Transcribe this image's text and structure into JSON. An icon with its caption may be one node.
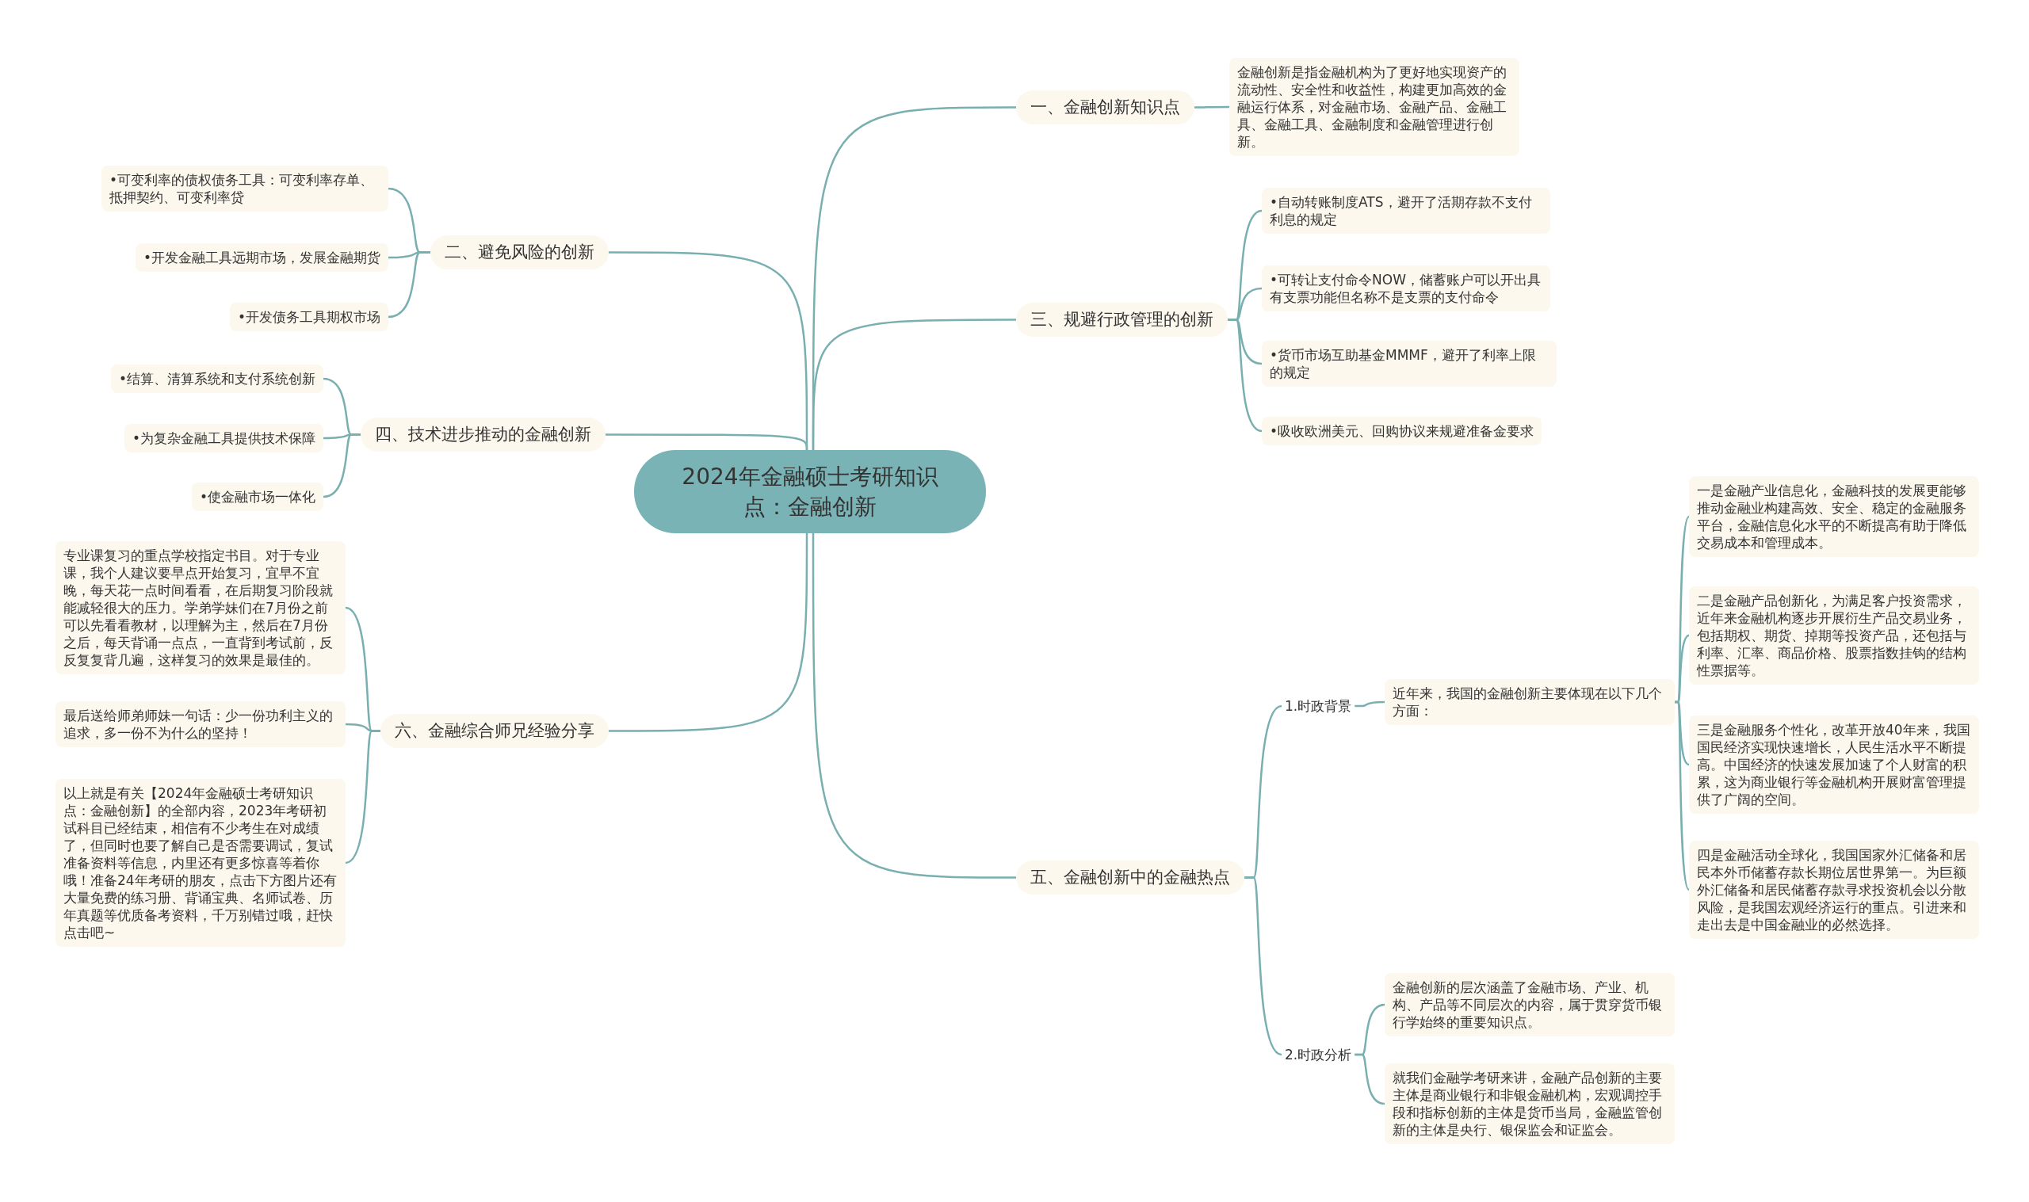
{
  "diagram": {
    "nodes": [
      {
        "text": [
          "2024年金融硕士考研知识点：金融创新"
        ]
      },
      {
        "text": [
          "一、金融创新知识点"
        ]
      },
      {
        "text": [
          "金融创新是指金融机构为了更好地实现资产的流动性、安全性和收益性，构建更加高效的金融运行体系，对金融市场、金融产品、金融工具、金融工具、金融制度和金融管理进行创新。"
        ]
      },
      {
        "text": [
          "二、避免风险的创新"
        ]
      },
      {
        "text": [
          "•可变利率的债权债务工具：可变利率存单、抵押契约、可变利率贷"
        ]
      },
      {
        "text": [
          "•开发金融工具远期市场，发展金融期货"
        ]
      },
      {
        "text": [
          "•开发债务工具期权市场"
        ]
      },
      {
        "text": [
          "三、规避行政管理的创新"
        ]
      },
      {
        "text": [
          "•自动转账制度ATS，避开了活期存款不支付利息的规定"
        ]
      },
      {
        "text": [
          "•可转让支付命令NOW，储蓄账户可以开出具有支票功能但名称不是支票的支付命令"
        ]
      },
      {
        "text": [
          "•货币市场互助基金MMMF，避开了利率上限的规定"
        ]
      },
      {
        "text": [
          "•吸收欧洲美元、回购协议来规避准备金要求"
        ]
      },
      {
        "text": [
          "四、技术进步推动的金融创新"
        ]
      },
      {
        "text": [
          "•结算、清算系统和支付系统创新"
        ]
      },
      {
        "text": [
          "•为复杂金融工具提供技术保障"
        ]
      },
      {
        "text": [
          "•使金融市场一体化"
        ]
      },
      {
        "text": [
          "五、金融创新中的金融热点"
        ]
      },
      {
        "text": [
          "1.时政背景"
        ]
      },
      {
        "text": [
          "近年来，我国的金融创新主要体现在以下几个方面："
        ]
      },
      {
        "text": [
          "一是金融产业信息化，金融科技的发展更能够推动金融业构建高效、安全、稳定的金融服务平台，金融信息化水平的不断提高有助于降低交易成本和管理成本。"
        ]
      },
      {
        "text": [
          "二是金融产品创新化，为满足客户投资需求，近年来金融机构逐步开展衍生产品交易业务，包括期权、期货、掉期等投资产品，还包括与利率、汇率、商品价格、股票指数挂钩的结构性票据等。"
        ]
      },
      {
        "text": [
          "三是金融服务个性化，改革开放40年来，我国国民经济实现快速增长，人民生活水平不断提高。中国经济的快速发展加速了个人财富的积累，这为商业银行等金融机构开展财富管理提供了广阔的空间。"
        ]
      },
      {
        "text": [
          "四是金融活动全球化，我国国家外汇储备和居民本外币储蓄存款长期位居世界第一。为巨额外汇储备和居民储蓄存款寻求投资机会以分散风险，是我国宏观经济运行的重点。引进来和走出去是中国金融业的必然选择。"
        ]
      },
      {
        "text": [
          "2.时政分析"
        ]
      },
      {
        "text": [
          "金融创新的层次涵盖了金融市场、产业、机构、产品等不同层次的内容，属于贯穿货币银行学始终的重要知识点。"
        ]
      },
      {
        "text": [
          "就我们金融学考研来讲，金融产品创新的主要主体是商业银行和非银金融机构，宏观调控手段和指标创新的主体是货币当局，金融监管创新的主体是央行、银保监会和证监会。"
        ]
      },
      {
        "text": [
          "六、金融综合师兄经验分享"
        ]
      },
      {
        "text": [
          "专业课复习的重点学校指定书目。对于专业课，我个人建议要早点开始复习，宜早不宜晚，每天花一点时间看看，在后期复习阶段就能减轻很大的压力。学弟学妹们在7月份之前可以先看看教材，以理解为主，然后在7月份之后，每天背诵一点点，一直背到考试前，反反复复背几遍，这样复习的效果是最佳的。"
        ]
      },
      {
        "text": [
          "最后送给师弟师妹一句话：少一份功利主义的追求，多一份不为什么的坚持！"
        ]
      },
      {
        "text": [
          "以上就是有关【2024年金融硕士考研知识点：金融创新】的全部内容，2023年考研初试科目已经结束，相信有不少考生在对成绩了，但同时也要了解自己是否需要调试，复试准备资料等信息，内里还有更多惊喜等着你哦！准备24年考研的朋友，点击下方图片还有大量免费的练习册、背诵宝典、名师试卷、历年真题等优质备考资料，千万别错过哦，赶快点击吧~"
        ]
      }
    ],
    "edges": [
      {
        "from": 0,
        "to": 1,
        "arrow": "none"
      },
      {
        "from": 1,
        "to": 2,
        "arrow": "none"
      },
      {
        "from": 0,
        "to": 3,
        "arrow": "none"
      },
      {
        "from": 3,
        "to": 4,
        "arrow": "none"
      },
      {
        "from": 3,
        "to": 5,
        "arrow": "none"
      },
      {
        "from": 3,
        "to": 6,
        "arrow": "none"
      },
      {
        "from": 0,
        "to": 7,
        "arrow": "none"
      },
      {
        "from": 7,
        "to": 8,
        "arrow": "none"
      },
      {
        "from": 7,
        "to": 9,
        "arrow": "none"
      },
      {
        "from": 7,
        "to": 10,
        "arrow": "none"
      },
      {
        "from": 7,
        "to": 11,
        "arrow": "none"
      },
      {
        "from": 0,
        "to": 12,
        "arrow": "none"
      },
      {
        "from": 12,
        "to": 13,
        "arrow": "none"
      },
      {
        "from": 12,
        "to": 14,
        "arrow": "none"
      },
      {
        "from": 12,
        "to": 15,
        "arrow": "none"
      },
      {
        "from": 0,
        "to": 16,
        "arrow": "none"
      },
      {
        "from": 16,
        "to": 17,
        "arrow": "none"
      },
      {
        "from": 17,
        "to": 18,
        "arrow": "none"
      },
      {
        "from": 18,
        "to": 19,
        "arrow": "none"
      },
      {
        "from": 18,
        "to": 20,
        "arrow": "none"
      },
      {
        "from": 18,
        "to": 21,
        "arrow": "none"
      },
      {
        "from": 18,
        "to": 22,
        "arrow": "none"
      },
      {
        "from": 16,
        "to": 23,
        "arrow": "none"
      },
      {
        "from": 23,
        "to": 24,
        "arrow": "none"
      },
      {
        "from": 23,
        "to": 25,
        "arrow": "none"
      },
      {
        "from": 0,
        "to": 26,
        "arrow": "none"
      },
      {
        "from": 26,
        "to": 27,
        "arrow": "none"
      },
      {
        "from": 26,
        "to": 28,
        "arrow": "none"
      },
      {
        "from": 26,
        "to": 29,
        "arrow": "none"
      }
    ]
  }
}
